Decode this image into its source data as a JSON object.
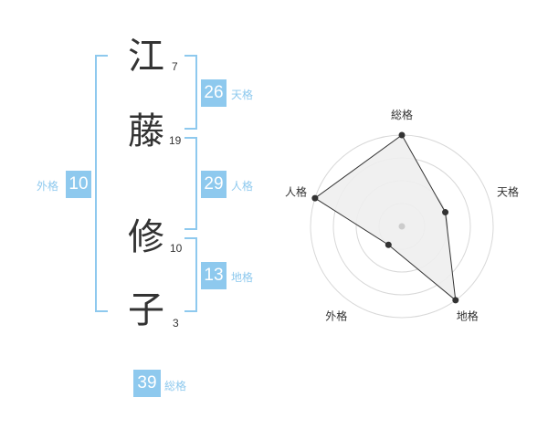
{
  "name": {
    "chars": [
      {
        "char": "江",
        "strokes": "7"
      },
      {
        "char": "藤",
        "strokes": "19"
      },
      {
        "char": "修",
        "strokes": "10"
      },
      {
        "char": "子",
        "strokes": "3"
      }
    ]
  },
  "fortunes": {
    "tenkaku": {
      "value": "26",
      "label": "天格"
    },
    "jinkaku": {
      "value": "29",
      "label": "人格"
    },
    "chikaku": {
      "value": "13",
      "label": "地格"
    },
    "gaikaku": {
      "value": "10",
      "label": "外格"
    },
    "soukaku": {
      "value": "39",
      "label": "総格"
    }
  },
  "colors": {
    "accent": "#8ec9ee",
    "text": "#333333",
    "radar_fill": "#eeeeee"
  },
  "chart_data": {
    "type": "radar",
    "axes": [
      "総格",
      "天格",
      "地格",
      "外格",
      "人格"
    ],
    "values": [
      4,
      2,
      4,
      1,
      4
    ],
    "range": [
      0,
      4
    ],
    "grid": true
  }
}
